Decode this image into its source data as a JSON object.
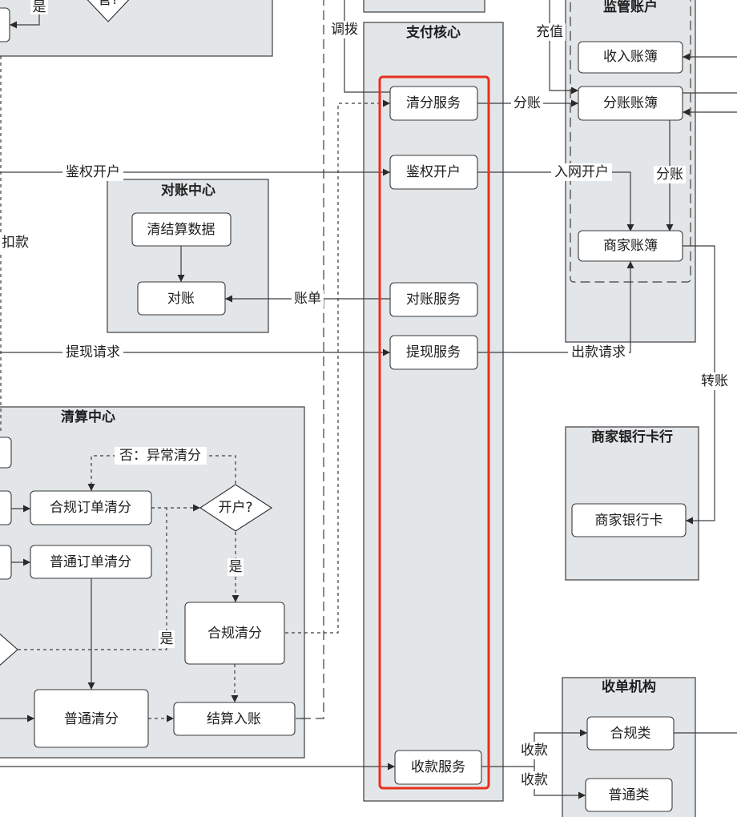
{
  "diagram": {
    "highlight_color": "#e8301c",
    "containers": {
      "top_left_partial": {
        "title": ""
      },
      "payment_core": {
        "title": "支付核心"
      },
      "supervised_account": {
        "title": "监管账户"
      },
      "reconciliation_center": {
        "title": "对账中心"
      },
      "clearing_center": {
        "title": "清算中心"
      },
      "merchant_bank": {
        "title": "商家银行卡行"
      },
      "acquirer": {
        "title": "收单机构"
      }
    },
    "nodes": {
      "clearing_service": "清分服务",
      "auth_open_account": "鉴权开户",
      "reconciliation_service": "对账服务",
      "withdraw_service": "提现服务",
      "collection_service": "收款服务",
      "income_ledger": "收入账簿",
      "split_ledger": "分账账簿",
      "merchant_ledger": "商家账簿",
      "clearing_settlement_data": "清结算数据",
      "reconcile": "对账",
      "compliant_order_clearing": "合规订单清分",
      "normal_order_clearing": "普通订单清分",
      "compliant_clearing": "合规清分",
      "normal_clearing": "普通清分",
      "settlement_posting": "结算入账",
      "merchant_bank_card": "商家银行卡",
      "compliant_type": "合规类",
      "normal_type": "普通类",
      "decision_open_account": "开户?",
      "decision_top_partial": "管?"
    },
    "edge_labels": {
      "yes_top": "是",
      "allocate": "调拨",
      "recharge": "充值",
      "split_account": "分账",
      "auth_open_account": "鉴权开户",
      "network_open_account": "入网开户",
      "split_account_2": "分账",
      "deduct": "扣款",
      "bill": "账单",
      "withdraw_request": "提现请求",
      "payout_request": "出款请求",
      "transfer": "转账",
      "no_abnormal_clearing": "否：异常清分",
      "yes_open": "是",
      "yes_left": "是",
      "collect_1": "收款",
      "collect_2": "收款"
    }
  }
}
